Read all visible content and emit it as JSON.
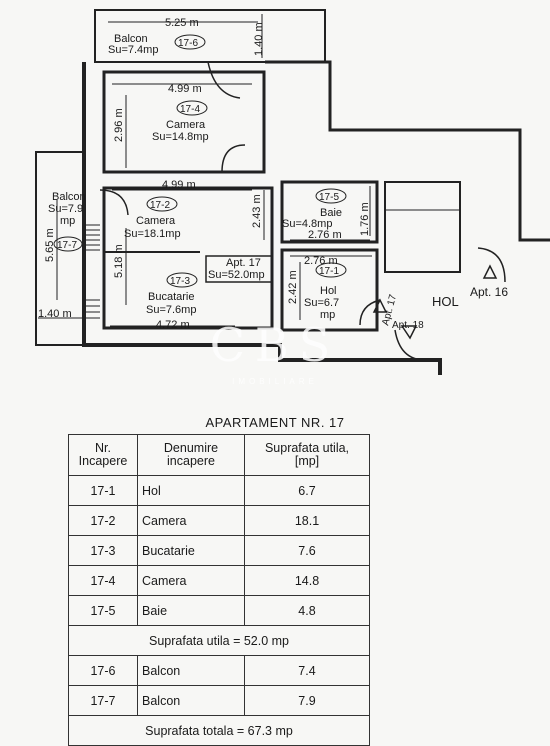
{
  "plan": {
    "balcon_top": {
      "name": "Balcon",
      "area": "Su=7.4mp",
      "id": "17-6",
      "dim_w": "5.25 m",
      "dim_h": "1.40 m"
    },
    "camera_top": {
      "name": "Camera",
      "area": "Su=14.8mp",
      "id": "17-4",
      "dim_w": "4.99 m",
      "dim_h": "2.96 m"
    },
    "camera_mid": {
      "name": "Camera",
      "area": "Su=18.1mp",
      "id": "17-2",
      "dim_w": "4.99 m",
      "dim_h": "2.43 m",
      "dim_h2": "5.18 m"
    },
    "balcon_left": {
      "name": "Balcon",
      "area_1": "Su=7.9",
      "area_2": "mp",
      "id": "17-7",
      "dim_h": "5.65 m",
      "dim_w": "1.40 m"
    },
    "baie": {
      "name": "Baie",
      "area": "Su=4.8mp",
      "id": "17-5",
      "dim_w": "2.76 m",
      "dim_h": "1.76 m"
    },
    "apt_label": {
      "line1": "Apt. 17",
      "line2": "Su=52.0mp"
    },
    "bucatarie": {
      "name": "Bucatarie",
      "area": "Su=7.6mp",
      "id": "17-3",
      "dim_w": "4.72 m"
    },
    "hol": {
      "name": "Hol",
      "area_1": "Su=6.7",
      "area_2": "mp",
      "id": "17-1",
      "dim_w": "2.76 m",
      "dim_h": "2.42 m"
    },
    "hol_common": "HOL",
    "apt16": "Apt. 16",
    "apt17_door": "Apt. 17",
    "apt18_door": "Apt. 18"
  },
  "watermark": {
    "logo": "CBS",
    "sub": "IMOBILIARE"
  },
  "table": {
    "title": "APARTAMENT NR. 17",
    "headers": {
      "nr": [
        "Nr.",
        "Incapere"
      ],
      "name": [
        "Denumire",
        "incapere"
      ],
      "area": [
        "Suprafata utila,",
        "[mp]"
      ]
    },
    "rows": [
      {
        "nr": "17-1",
        "name": "Hol",
        "area": "6.7"
      },
      {
        "nr": "17-2",
        "name": "Camera",
        "area": "18.1"
      },
      {
        "nr": "17-3",
        "name": "Bucatarie",
        "area": "7.6"
      },
      {
        "nr": "17-4",
        "name": "Camera",
        "area": "14.8"
      },
      {
        "nr": "17-5",
        "name": "Baie",
        "area": "4.8"
      }
    ],
    "subtotal": "Suprafata utila = 52.0 mp",
    "balcony_rows": [
      {
        "nr": "17-6",
        "name": "Balcon",
        "area": "7.4"
      },
      {
        "nr": "17-7",
        "name": "Balcon",
        "area": "7.9"
      }
    ],
    "total": "Suprafata totala = 67.3 mp"
  }
}
